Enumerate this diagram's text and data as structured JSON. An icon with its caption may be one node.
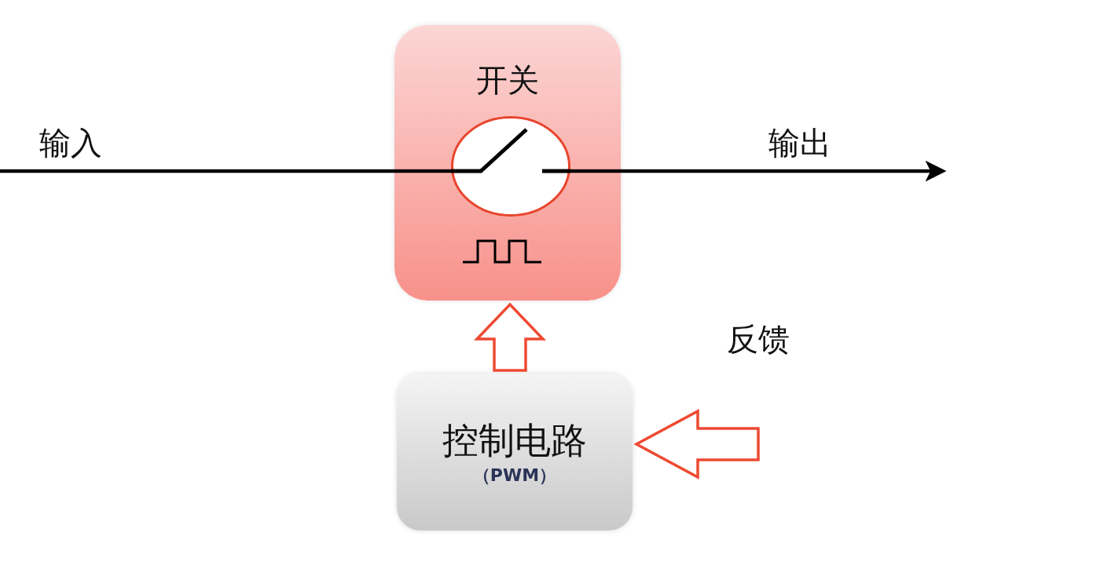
{
  "diagram": {
    "nodes": [
      {
        "text": [
          "开关"
        ]
      },
      {
        "text": [],
        "shape": "circle",
        "in": 0
      },
      {
        "text": [
          "控制电路",
          "（PWM）"
        ]
      }
    ],
    "edges": [
      {
        "from": null,
        "to": 1,
        "arrow": "none"
      },
      {
        "from": 1,
        "to": null,
        "arrow": "to"
      },
      {
        "from": 2,
        "to": 0,
        "arrow": "to",
        "style": "thick",
        "color": "#ee4a32"
      },
      {
        "from": null,
        "to": 2,
        "arrow": "to",
        "style": "thick",
        "color": "#ee4a32"
      }
    ],
    "labels": [
      "输入",
      "输出",
      "反馈"
    ]
  }
}
